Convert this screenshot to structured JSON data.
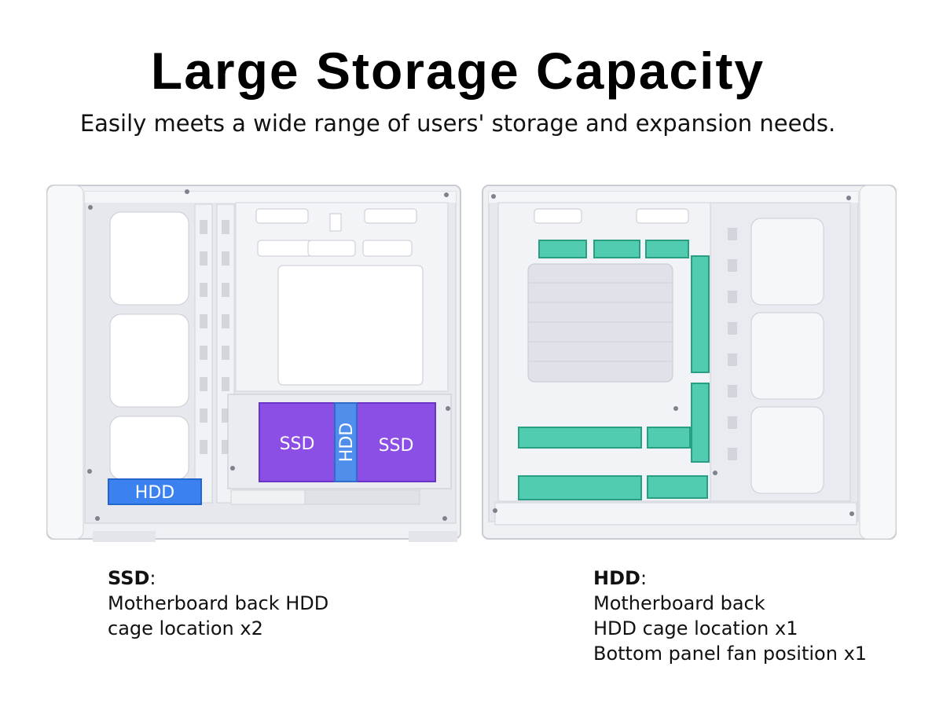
{
  "header": {
    "title": "Large Storage Capacity",
    "subtitle": "Easily meets a wide range of users' storage and expansion needs."
  },
  "left_case": {
    "labels": {
      "hdd_bottom": "HDD",
      "ssd_left": "SSD",
      "hdd_middle": "HDD",
      "ssd_right": "SSD"
    }
  },
  "captions": {
    "ssd": {
      "head": "SSD",
      "colon": ":",
      "lines": [
        "Motherboard back HDD",
        "cage location x2"
      ]
    },
    "hdd": {
      "head": "HDD",
      "colon": ":",
      "lines": [
        "Motherboard back",
        "HDD cage location x1",
        "Bottom panel fan position x1"
      ]
    }
  },
  "colors": {
    "ssd_highlight": "#8b4fe6",
    "hdd_highlight": "#3b82f0",
    "mount_highlight": "#3fc8a8",
    "case_body": "#f2f3f6"
  }
}
